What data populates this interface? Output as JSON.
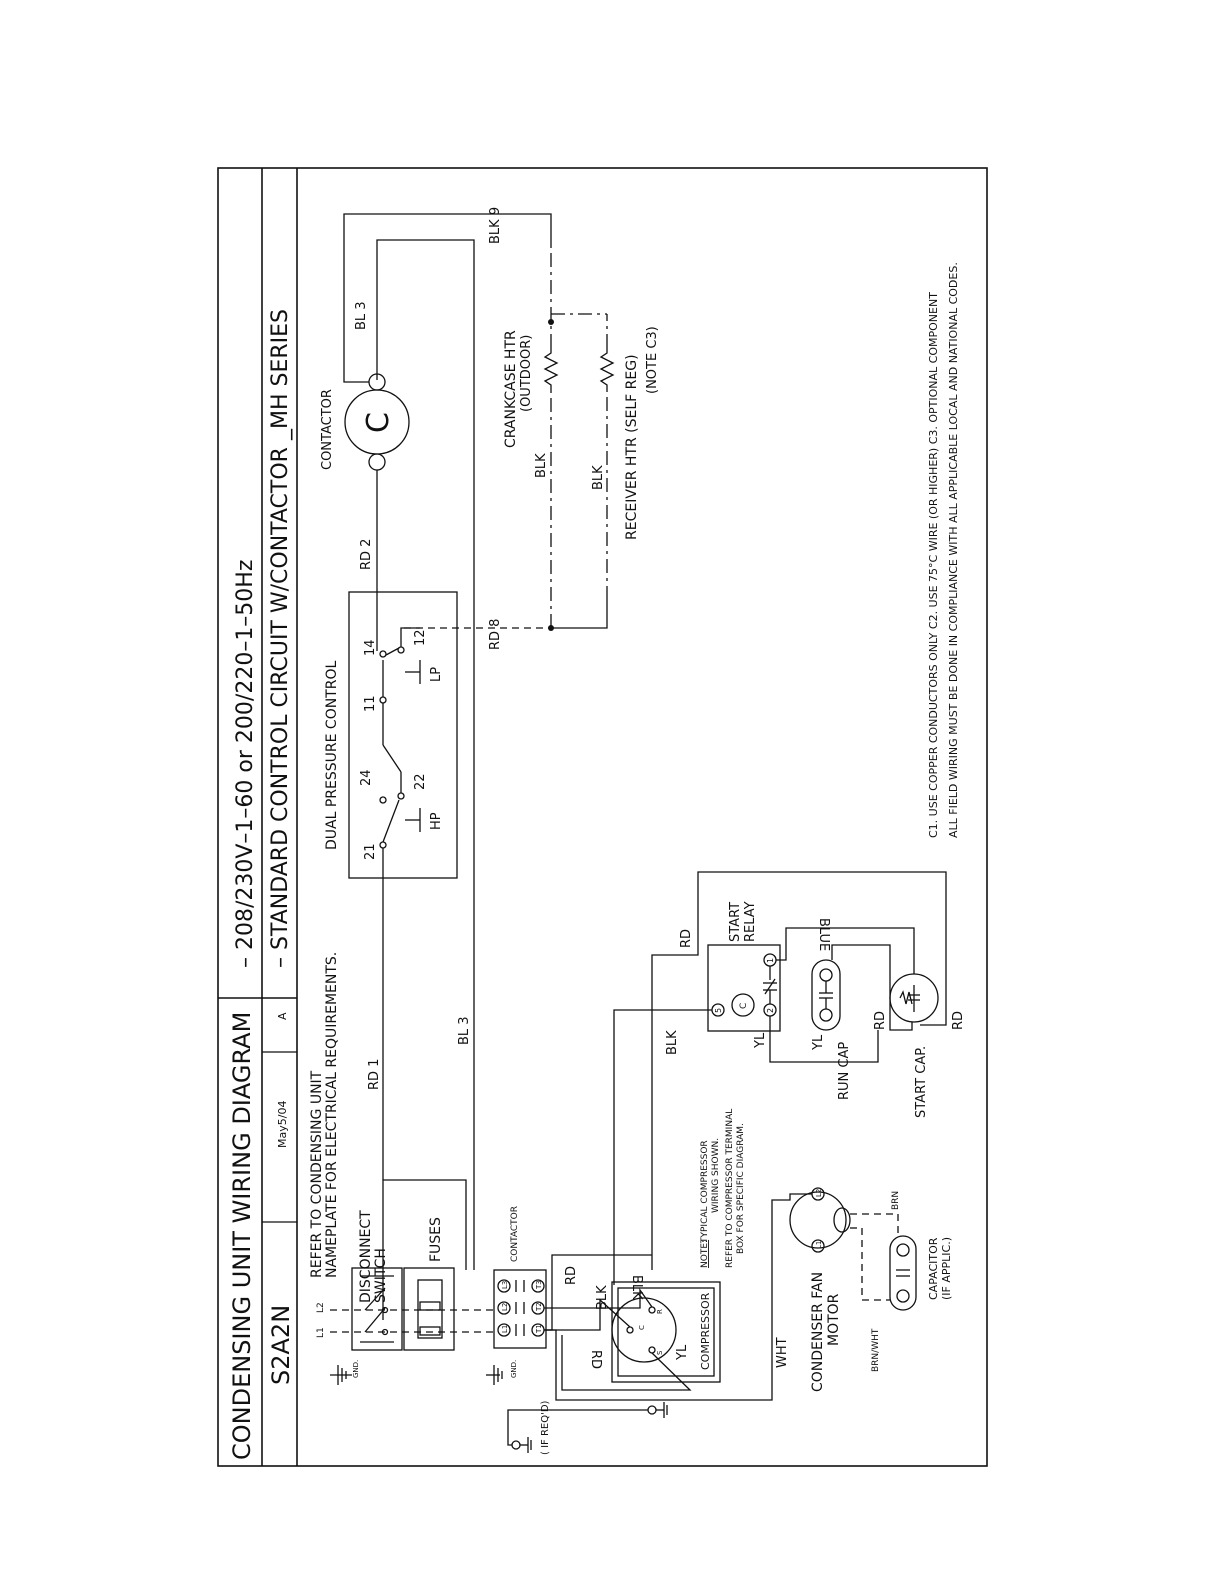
{
  "title_block": {
    "title": "CONDENSING UNIT WIRING DIAGRAM",
    "model": "S2A2N",
    "date": "May5/04",
    "revision": "A"
  },
  "header": {
    "line1": "–  208/230V–1–60   or  200/220–1–50Hz",
    "line2": "–  STANDARD  CONTROL  CIRCUIT   W/CONTACTOR   _MH  SERIES"
  },
  "refer_note": {
    "line1": "REFER  TO  CONDENSING  UNIT",
    "line2": "NAMEPLATE  FOR  ELECTRICAL  REQUIREMENTS."
  },
  "compressor_note": {
    "note_label": "NOTE:",
    "line1": " TYPICAL  COMPRESSOR",
    "line2": "WIRING  SHOWN.",
    "line3": "REFER  TO  COMPRESSOR  TERMINAL",
    "line4": "BOX  FOR  SPECIFIC  DIAGRAM."
  },
  "footer_notes": {
    "line1": "C1.  USE  COPPER  CONDUCTORS  ONLY    C2.  USE  75°C  WIRE  (OR  HIGHER)    C3.  OPTIONAL  COMPONENT",
    "line2": "ALL  FIELD  WIRING  MUST  BE  DONE  IN  COMPLIANCE  WITH  ALL  APPLICABLE  LOCAL  AND  NATIONAL  CODES."
  },
  "components": {
    "disconnect_l1": "DISCONNECT",
    "disconnect_l2": "SWITCH",
    "fuses": "FUSES",
    "contactor_main": "CONTACTOR",
    "contactor_coil": "CONTACTOR",
    "coil_letter": "C",
    "dual_pressure": "DUAL  PRESSURE  CONTROL",
    "hp": "HP",
    "lp": "LP",
    "crankcase_l1": "CRANKCASE  HTR",
    "crankcase_l2": "(OUTDOOR)",
    "receiver_l1": "RECEIVER  HTR  (SELF  REG)",
    "receiver_l2": "(NOTE  C3)",
    "start_relay_l1": "START",
    "start_relay_l2": "RELAY",
    "run_cap": "RUN  CAP",
    "start_cap": "START  CAP.",
    "compressor": "COMPRESSOR",
    "fan_l1": "CONDENSER  FAN",
    "fan_l2": "MOTOR",
    "capacitor_l1": "CAPACITOR",
    "capacitor_l2": "(IF  APPLIC.)",
    "if_reqd": "(  IF  REQ'D)",
    "gnd": "GND."
  },
  "terminals": {
    "t21": "21",
    "t24": "24",
    "t22": "22",
    "t11": "11",
    "t14": "14",
    "t12": "12",
    "l1": "L1",
    "l2": "L2",
    "l3": "L3",
    "t1": "T1",
    "t2": "T2",
    "t3": "T3",
    "r5": "5",
    "r2": "2",
    "r1": "1",
    "comp_c": "C",
    "comp_s": "S",
    "comp_r": "R",
    "fan_l1": "L1",
    "fan_l2": "L2",
    "line_l1": "L1",
    "line_l2": "L2"
  },
  "wires": {
    "rd1": "RD  1",
    "bl3_main": "BL  3",
    "rd2": "RD  2",
    "bl3_coil": "BL  3",
    "blk9": "BLK  9",
    "rd8": "RD  8",
    "blk_crank": "BLK",
    "blk_recv": "BLK",
    "rd_relay": "RD",
    "blk_relay": "BLK",
    "yl_relay": "YL",
    "yl_runcap": "YL",
    "rd_runcap": "RD",
    "rd_startcap": "RD",
    "blue": "BLUE",
    "rd_t1": "RD",
    "blk_t2": "BLK",
    "blk_r": "BLK",
    "rd_c": "RD",
    "yl_s": "YL",
    "wht": "WHT",
    "brn": "BRN",
    "brn_wht": "BRN/WHT"
  }
}
